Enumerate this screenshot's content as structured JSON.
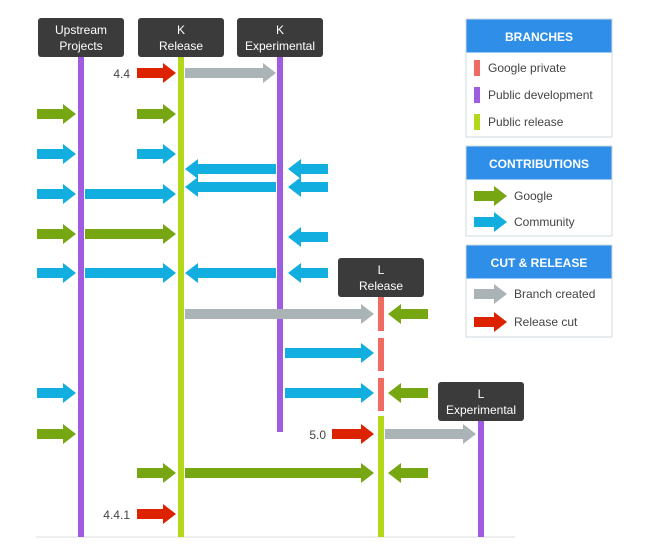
{
  "colors": {
    "purple": "#a05ce0",
    "lime": "#b3d81a",
    "salmon": "#f26b63",
    "green": "#76a612",
    "blue": "#12aee0",
    "gray": "#aab4b7",
    "red": "#dd2200",
    "header_bg": "#3b3b3b",
    "legend_header_bg": "#2f8fe8"
  },
  "columns": [
    {
      "line1": "Upstream",
      "line2": "Projects"
    },
    {
      "line1": "K",
      "line2": "Release"
    },
    {
      "line1": "K",
      "line2": "Experimental"
    },
    {
      "line1": "L",
      "line2": "Release"
    },
    {
      "line1": "L",
      "line2": "Experimental"
    }
  ],
  "labels": {
    "k_release_version": "4.4",
    "l_release_version": "5.0",
    "k_update_version": "4.4.1"
  },
  "legend": {
    "branches": {
      "title": "BRANCHES",
      "items": [
        {
          "label": "Google private",
          "color": "#f26b63"
        },
        {
          "label": "Public development",
          "color": "#a05ce0"
        },
        {
          "label": "Public release",
          "color": "#b3d81a"
        }
      ]
    },
    "contributions": {
      "title": "CONTRIBUTIONS",
      "items": [
        {
          "label": "Google",
          "color": "#76a612"
        },
        {
          "label": "Community",
          "color": "#12aee0"
        }
      ]
    },
    "cut_release": {
      "title": "CUT & RELEASE",
      "items": [
        {
          "label": "Branch created",
          "color": "#aab4b7"
        },
        {
          "label": "Release cut",
          "color": "#dd2200"
        }
      ]
    }
  }
}
